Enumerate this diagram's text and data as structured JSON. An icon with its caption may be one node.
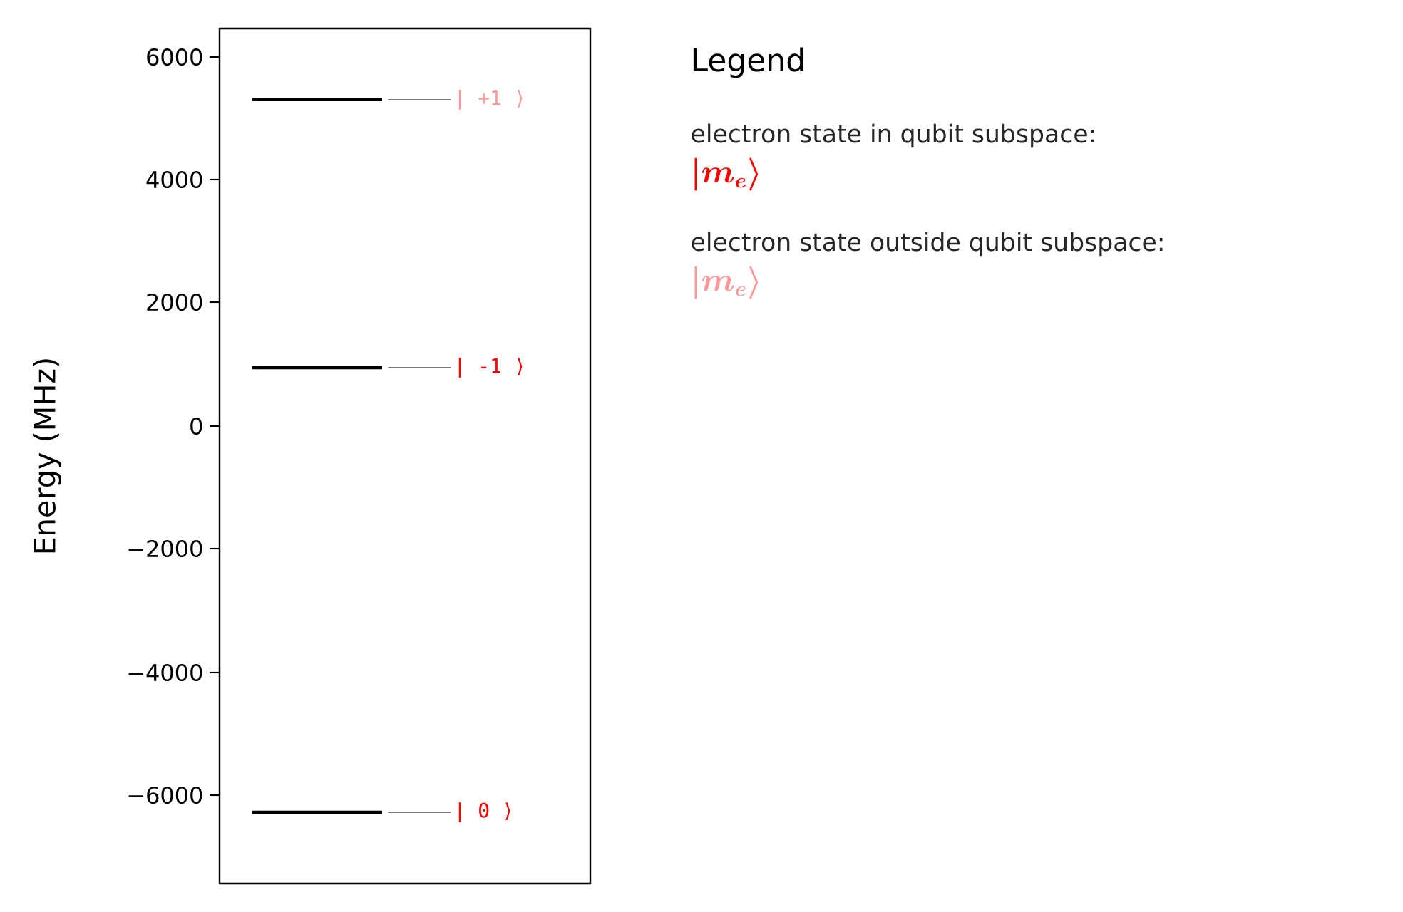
{
  "diagram": {
    "nodes": [
      {
        "text": [],
        "shape": "bar"
      },
      {
        "text": [],
        "shape": "bar"
      },
      {
        "text": [],
        "shape": "bar"
      },
      {
        "text": [
          "| +1 ⟩"
        ]
      },
      {
        "text": [
          "| -1 ⟩"
        ]
      },
      {
        "text": [
          "|  0 ⟩"
        ]
      }
    ],
    "edges": [
      {
        "from": 0,
        "to": 3,
        "arrow": "none"
      },
      {
        "from": 1,
        "to": 4,
        "arrow": "none"
      },
      {
        "from": 2,
        "to": 5,
        "arrow": "none"
      }
    ],
    "labels": [
      "6000",
      "4000",
      "2000",
      "0",
      "−2000",
      "−4000",
      "−6000",
      "Energy (MHz)",
      "Legend",
      "|m_e\\rangle",
      "|m_e\\rangle"
    ],
    "legend": [
      {
        "text": "electron state in qubit subspace:"
      },
      {
        "text": "electron state outside qubit subspace:"
      }
    ]
  }
}
